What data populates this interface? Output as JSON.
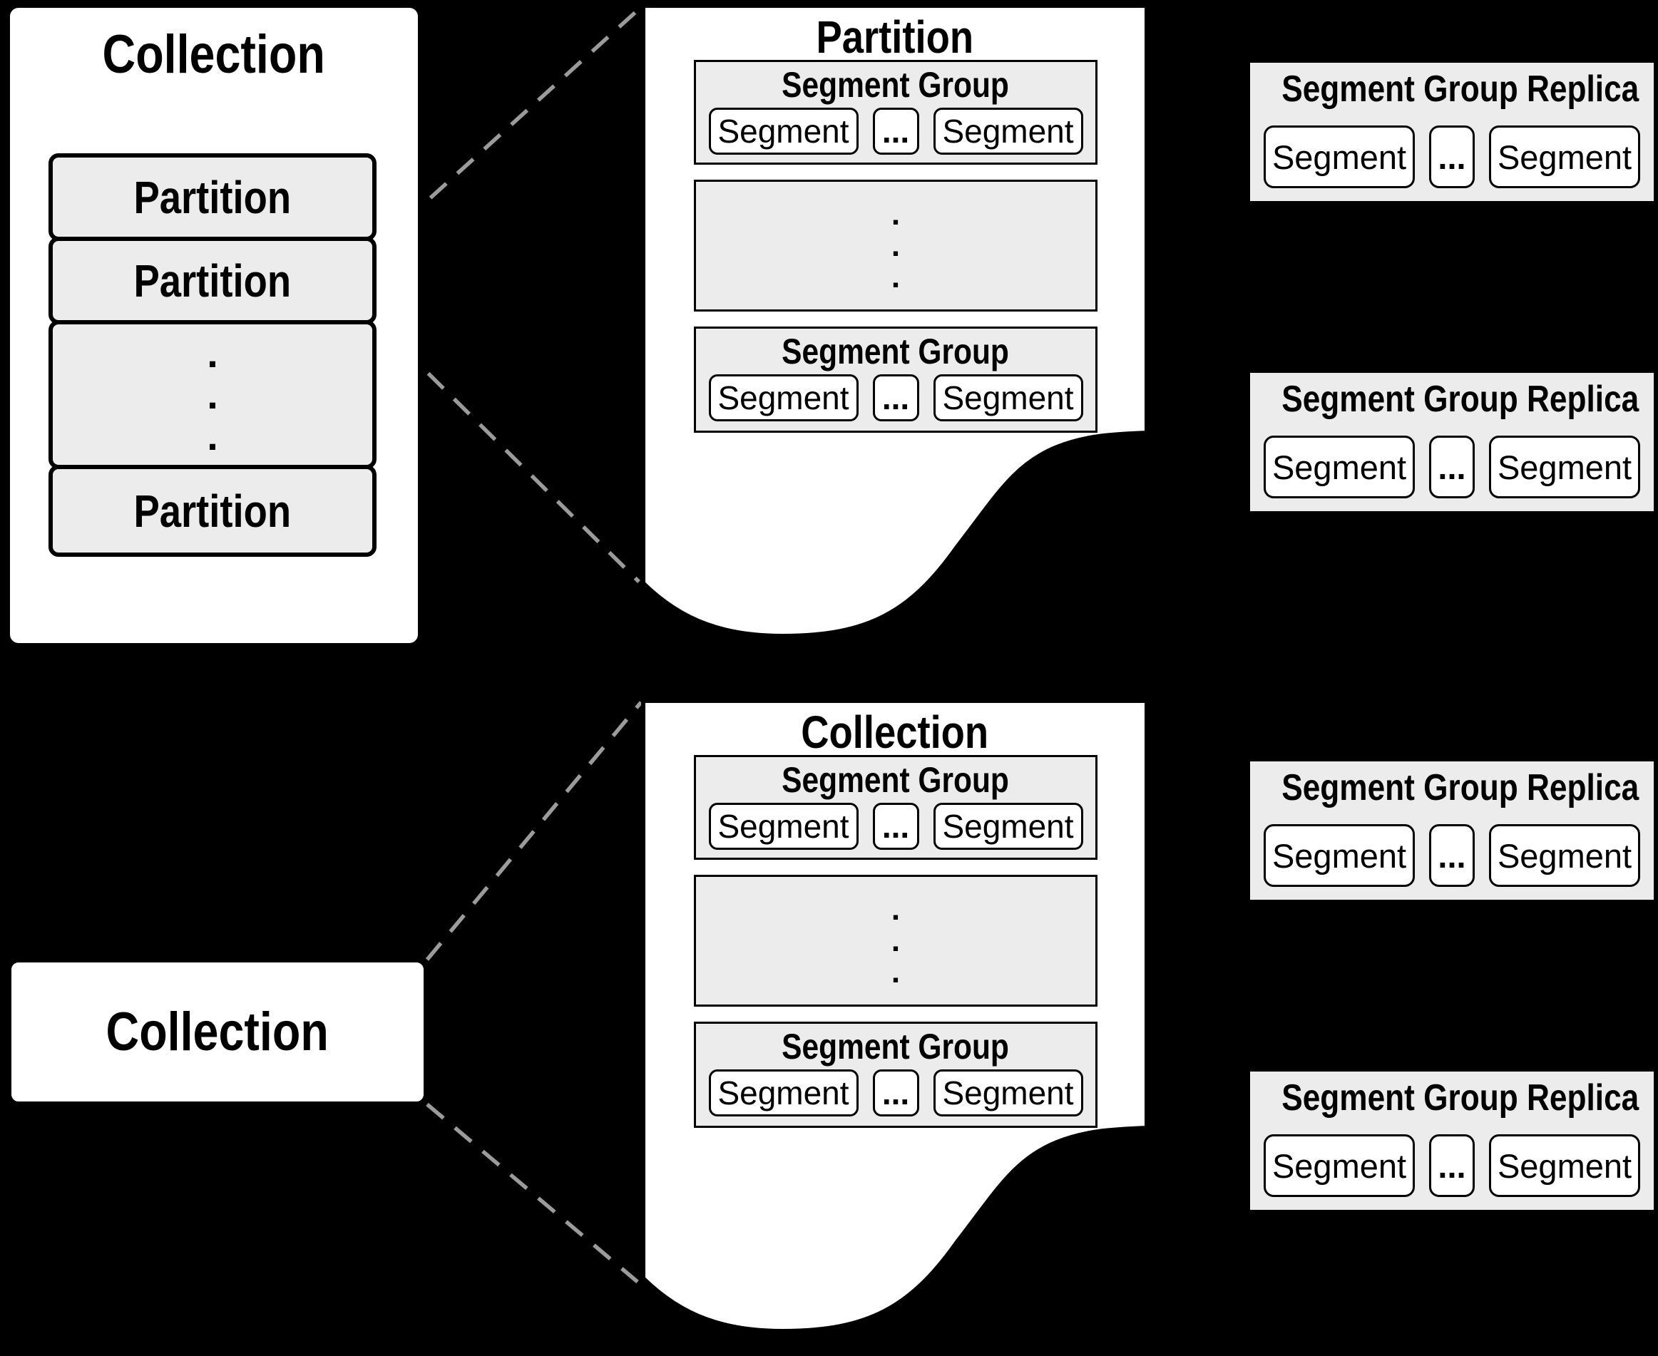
{
  "colors": {
    "background": "#000000",
    "page_fill": "#ffffff",
    "panel_fill": "#ececec",
    "outline": "#000000",
    "dashed_connector": "#9b9b9b"
  },
  "top_left_collection": {
    "title": "Collection",
    "partition_labels": [
      "Partition",
      "Partition",
      "Partition"
    ],
    "vertical_ellipsis": ".\n.\n."
  },
  "top_center_page": {
    "title": "Partition",
    "segment_groups": [
      {
        "title": "Segment Group",
        "segments": [
          "Segment",
          "...",
          "Segment"
        ]
      },
      {
        "title": "Segment Group",
        "segments": [
          "Segment",
          "...",
          "Segment"
        ]
      }
    ],
    "vertical_ellipsis": ".\n.\n."
  },
  "bottom_left_collection": {
    "title": "Collection"
  },
  "bottom_center_page": {
    "title": "Collection",
    "segment_groups": [
      {
        "title": "Segment Group",
        "segments": [
          "Segment",
          "...",
          "Segment"
        ]
      },
      {
        "title": "Segment Group",
        "segments": [
          "Segment",
          "...",
          "Segment"
        ]
      }
    ],
    "vertical_ellipsis": ".\n.\n."
  },
  "replicas": [
    {
      "title": "Segment Group Replica",
      "segments": [
        "Segment",
        "...",
        "Segment"
      ]
    },
    {
      "title": "Segment Group Replica",
      "segments": [
        "Segment",
        "...",
        "Segment"
      ]
    },
    {
      "title": "Segment Group Replica",
      "segments": [
        "Segment",
        "...",
        "Segment"
      ]
    },
    {
      "title": "Segment Group Replica",
      "segments": [
        "Segment",
        "...",
        "Segment"
      ]
    }
  ]
}
